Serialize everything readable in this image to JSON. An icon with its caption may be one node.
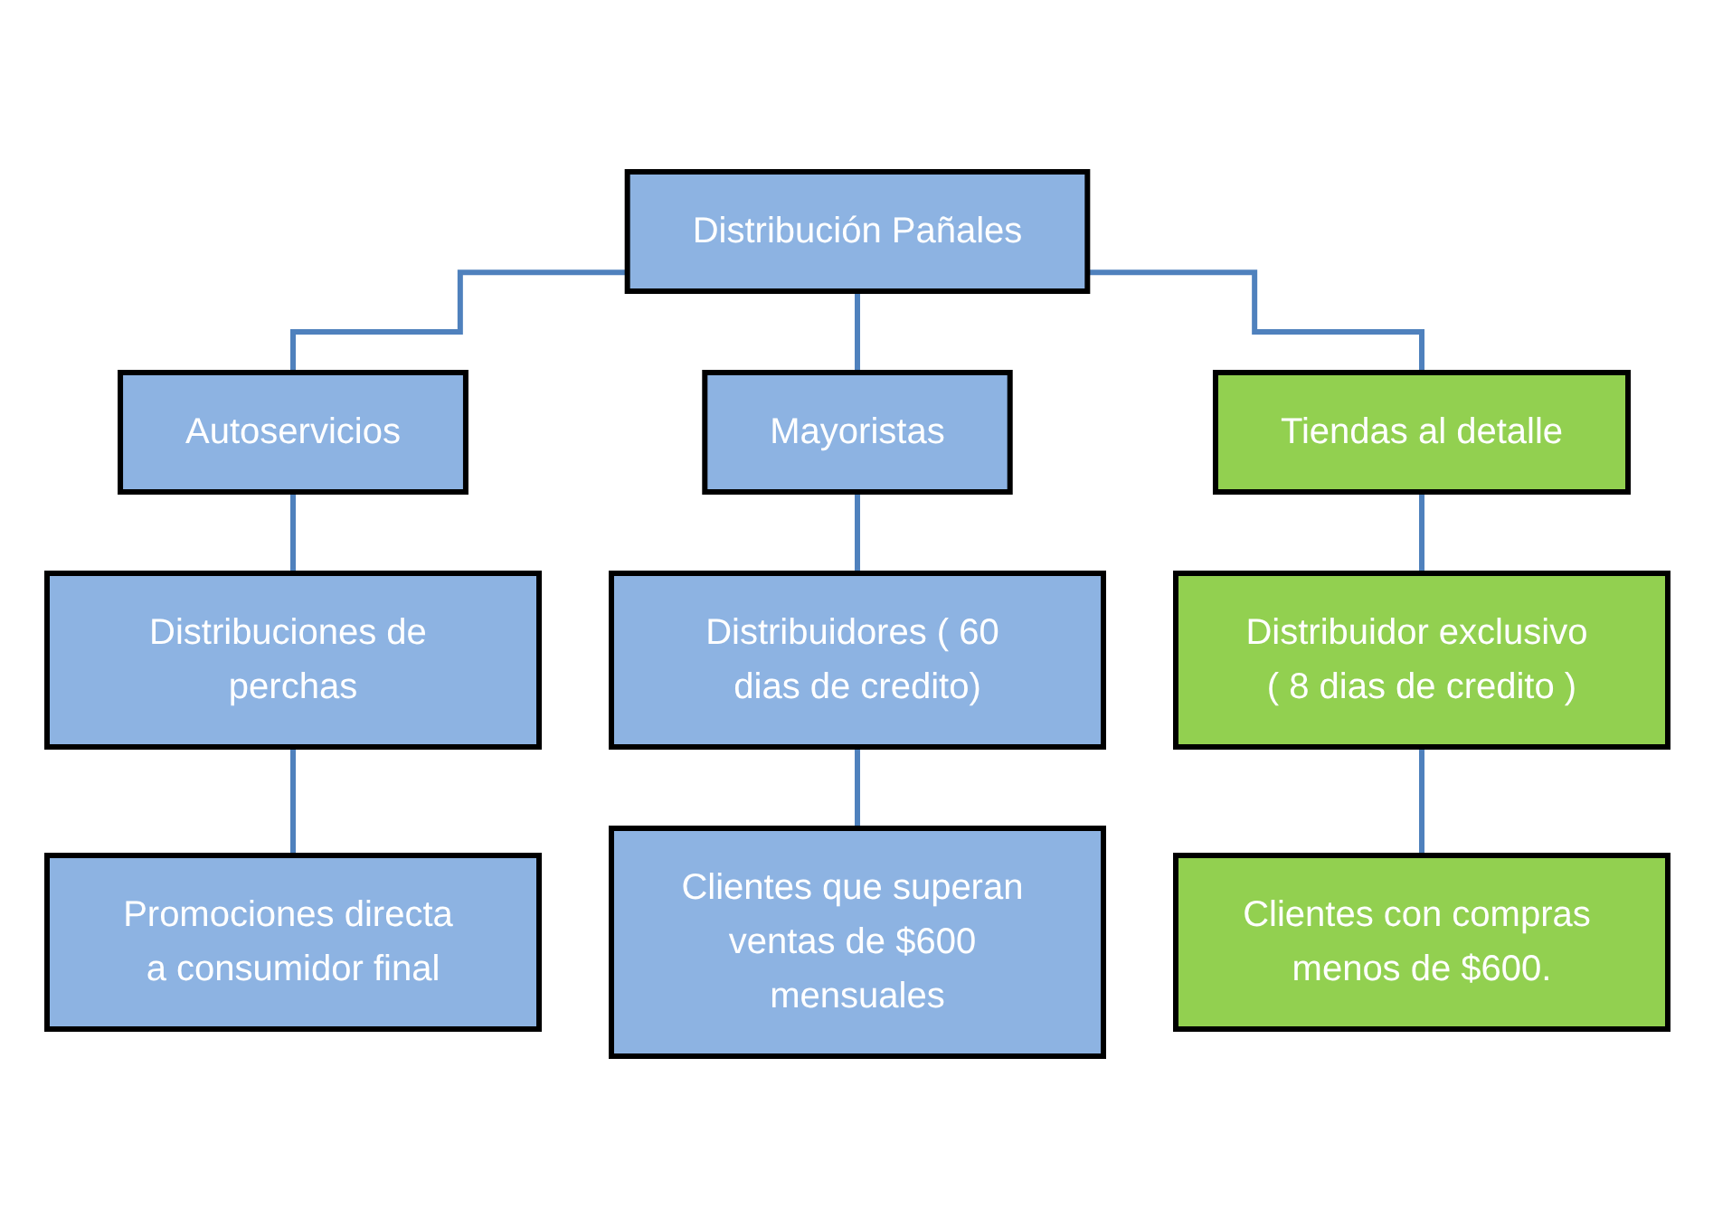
{
  "diagram": {
    "nodes": [
      {
        "text": [
          "Distribución Pañales"
        ]
      },
      {
        "text": [
          "Autoservicios"
        ]
      },
      {
        "text": [
          "Mayoristas"
        ]
      },
      {
        "text": [
          "Tiendas al detalle"
        ]
      },
      {
        "text": [
          "Distribuciones de perchas"
        ]
      },
      {
        "text": [
          "Distribuidores ( 60 dias de credito)"
        ]
      },
      {
        "text": [
          "Distribuidor exclusivo ( 8 dias de credito )"
        ]
      },
      {
        "text": [
          "Promociones directa a consumidor final"
        ]
      },
      {
        "text": [
          "Clientes que superan ventas de $600 mensuales"
        ]
      },
      {
        "text": [
          "Clientes con compras menos de $600."
        ]
      }
    ],
    "edges": [
      {
        "from": 0,
        "to": 1,
        "arrow": "none"
      },
      {
        "from": 0,
        "to": 2,
        "arrow": "none"
      },
      {
        "from": 0,
        "to": 3,
        "arrow": "none"
      },
      {
        "from": 1,
        "to": 4,
        "arrow": "none"
      },
      {
        "from": 2,
        "to": 5,
        "arrow": "none"
      },
      {
        "from": 3,
        "to": 6,
        "arrow": "none"
      },
      {
        "from": 4,
        "to": 7,
        "arrow": "none"
      },
      {
        "from": 5,
        "to": 8,
        "arrow": "none"
      },
      {
        "from": 6,
        "to": 9,
        "arrow": "none"
      }
    ]
  }
}
